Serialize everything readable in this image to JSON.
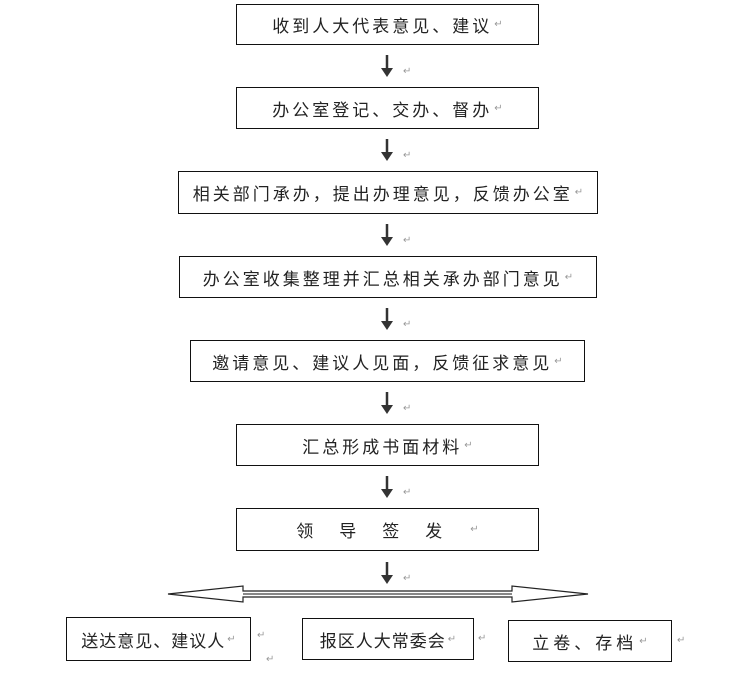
{
  "steps": [
    {
      "label": "收到人大代表意见、建议"
    },
    {
      "label": "办公室登记、交办、督办"
    },
    {
      "label": "相关部门承办，提出办理意见，反馈办公室"
    },
    {
      "label": "办公室收集整理并汇总相关承办部门意见"
    },
    {
      "label": "邀请意见、建议人见面，反馈征求意见"
    },
    {
      "label": "汇总形成书面材料"
    },
    {
      "label": "领导签发"
    }
  ],
  "branches": [
    {
      "label": "送达意见、建议人"
    },
    {
      "label": "报区人大常委会"
    },
    {
      "label": "立卷、存档"
    }
  ],
  "paragraph_mark": "↵"
}
